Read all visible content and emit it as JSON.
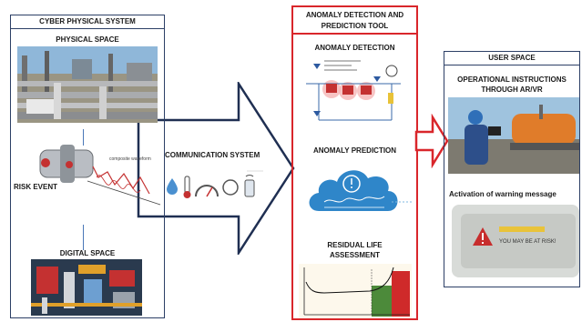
{
  "cps": {
    "title": "CYBER PHYSICAL SYSTEM",
    "physical_space": "PHYSICAL SPACE",
    "risk_event": "RISK EVENT",
    "digital_space": "DIGITAL SPACE",
    "composite_annotation": "composite waveform"
  },
  "communication": {
    "title": "COMMUNICATION SYSTEM"
  },
  "tool": {
    "title_line1": "ANOMALY DETECTION AND",
    "title_line2": "PREDICTION TOOL",
    "detection": "ANOMALY DETECTION",
    "prediction": "ANOMALY PREDICTION",
    "rla_line1": "RESIDUAL LIFE",
    "rla_line2": "ASSESSMENT"
  },
  "user_space": {
    "title": "USER SPACE",
    "instr_line1": "OPERATIONAL INSTRUCTIONS",
    "instr_line2": "THROUGH AR/VR",
    "warning": "Activation of warning message",
    "warning_text": "YOU MAY BE AT RISK!"
  },
  "colors": {
    "frame_blue": "#2c3f66",
    "tool_red": "#d9262b",
    "cloud_blue": "#2f86c9",
    "chart_red": "#cf2a2a",
    "chart_green": "#4c8a3a"
  }
}
